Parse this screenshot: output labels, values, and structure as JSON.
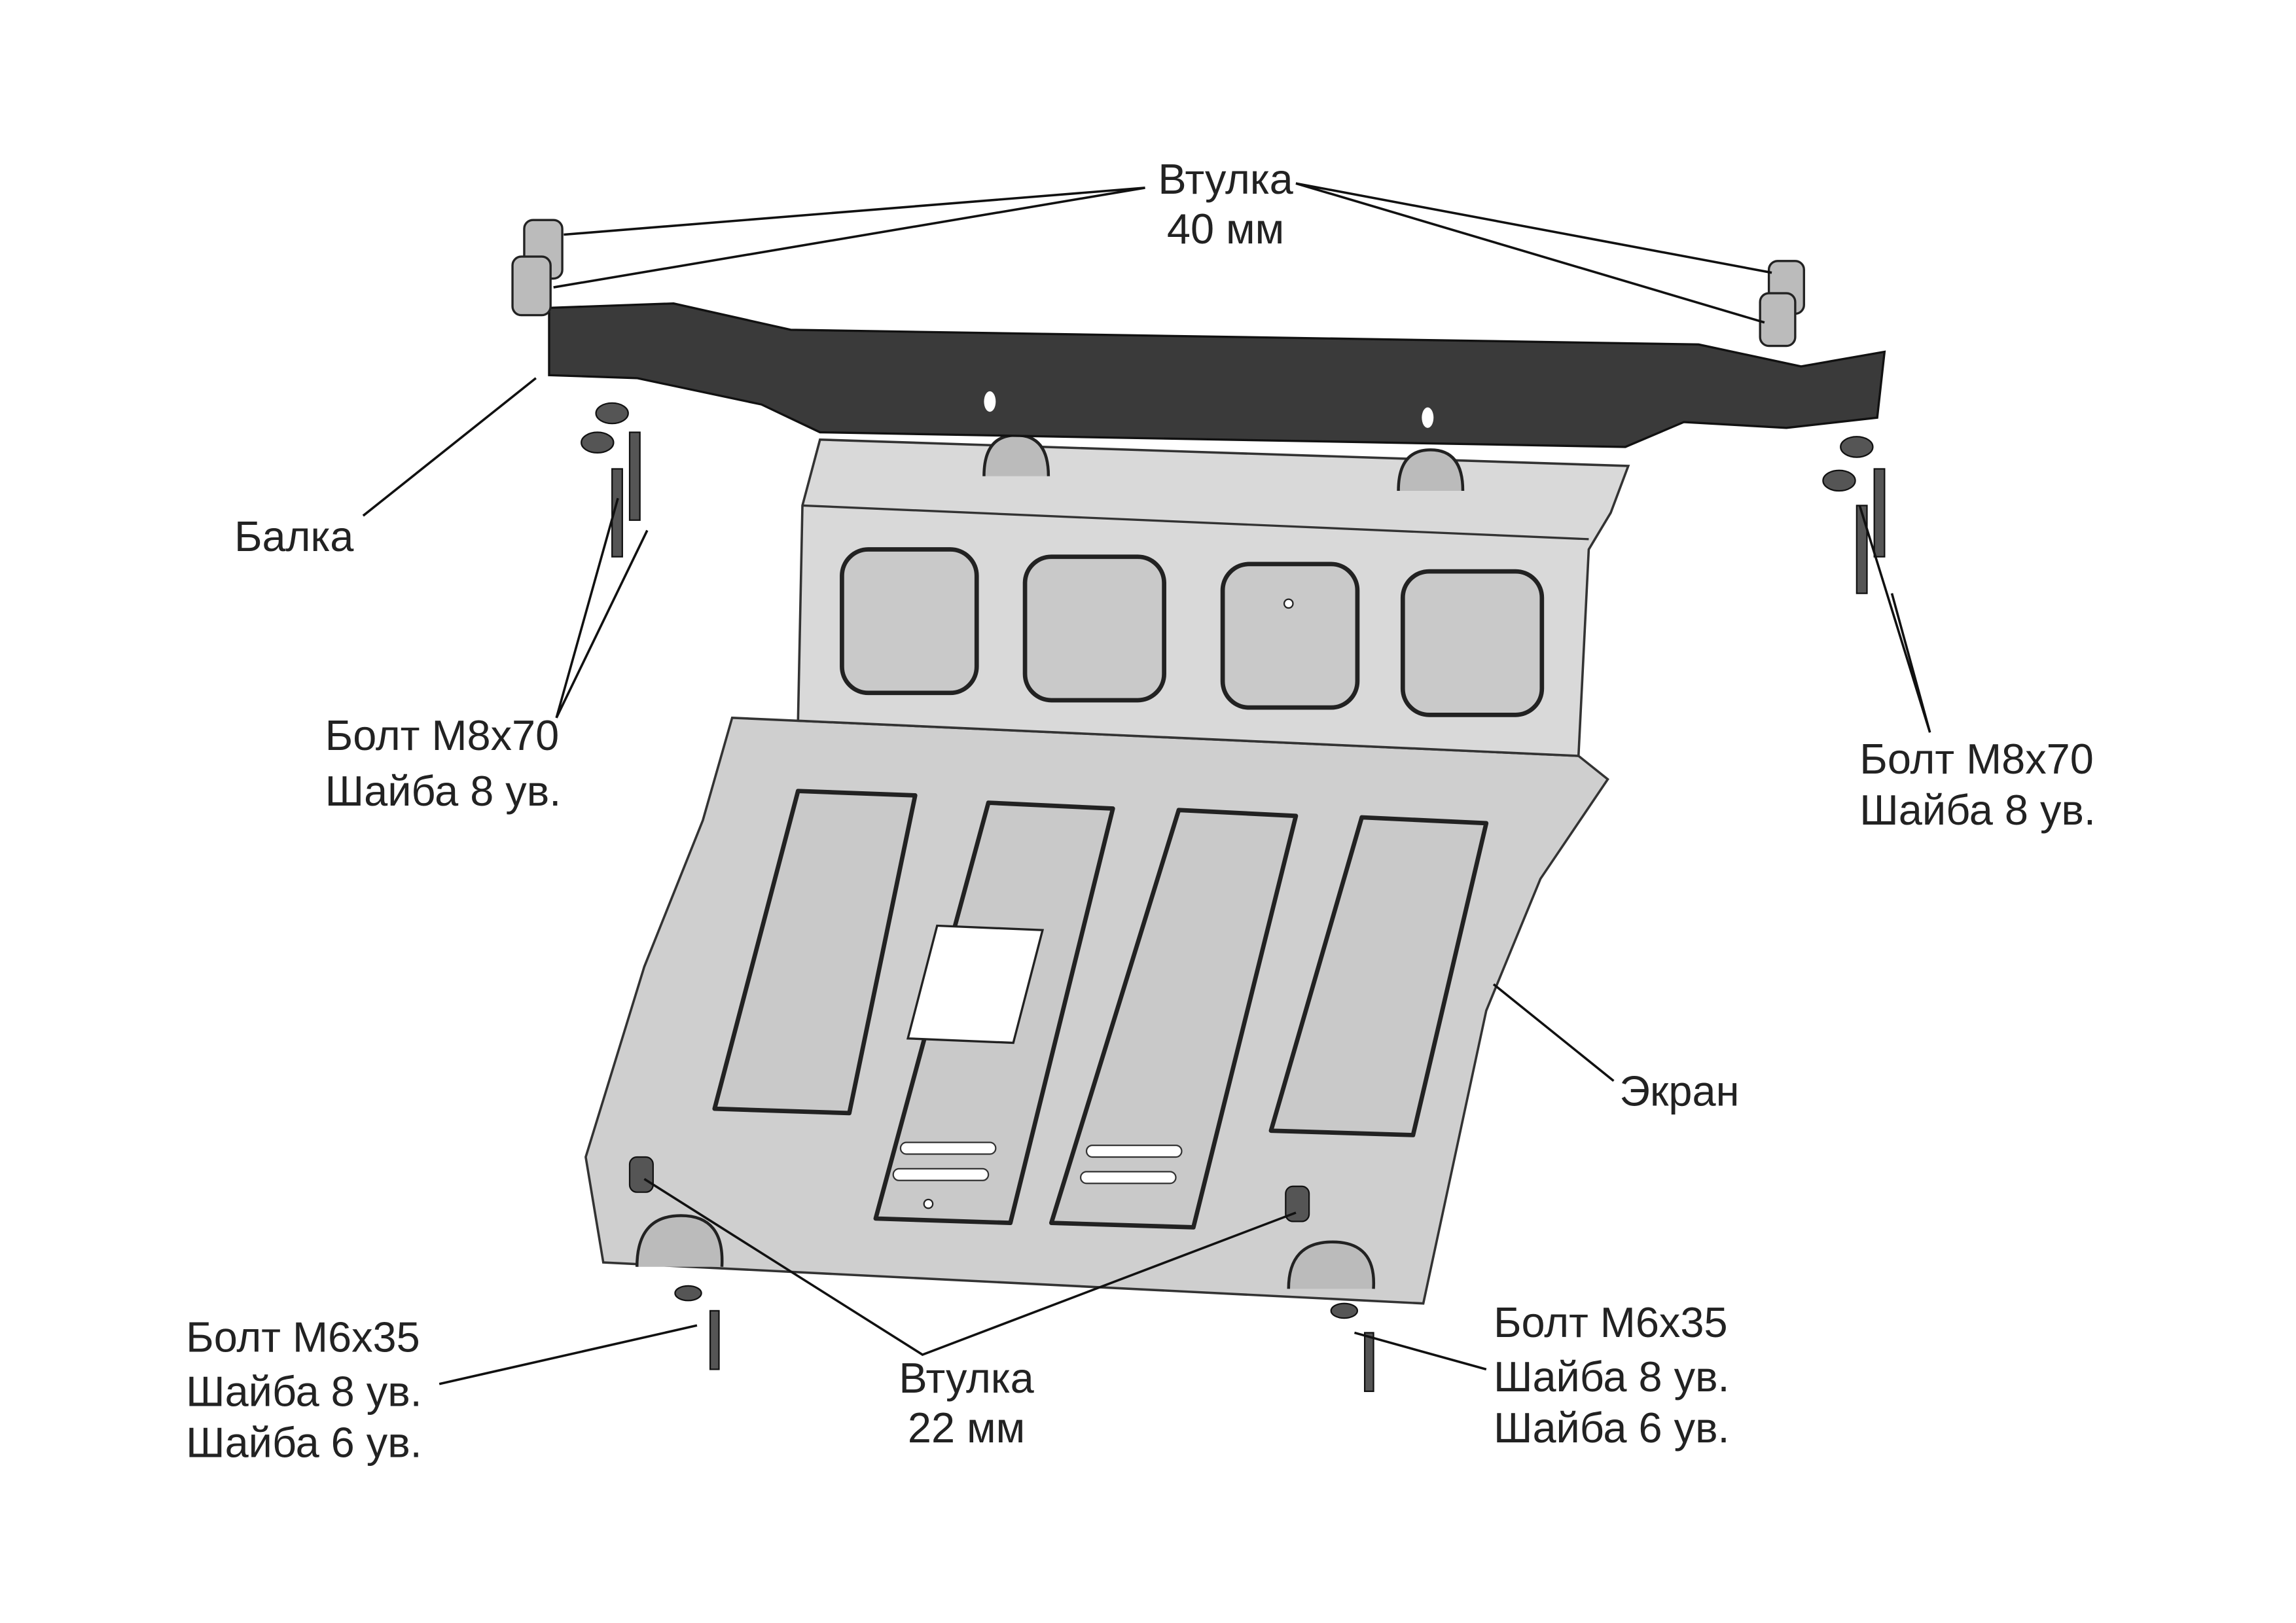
{
  "labels": {
    "bushing_40": {
      "line1": "Втулка",
      "line2": "40 мм"
    },
    "beam": "Балка",
    "bolt_m8_left": {
      "line1": "Болт М8х70",
      "line2": "Шайба 8 ув."
    },
    "bolt_m8_right": {
      "line1": "Болт М8х70",
      "line2": "Шайба 8 ув."
    },
    "screen": "Экран",
    "bolt_m6_left": {
      "line1": "Болт М6х35",
      "line2": "Шайба 8 ув.",
      "line3": "Шайба 6 ув."
    },
    "bushing_22": {
      "line1": "Втулка",
      "line2": "22 мм"
    },
    "bolt_m6_right": {
      "line1": "Болт М6х35",
      "line2": "Шайба 8 ув.",
      "line3": "Шайба 6 ув."
    }
  }
}
